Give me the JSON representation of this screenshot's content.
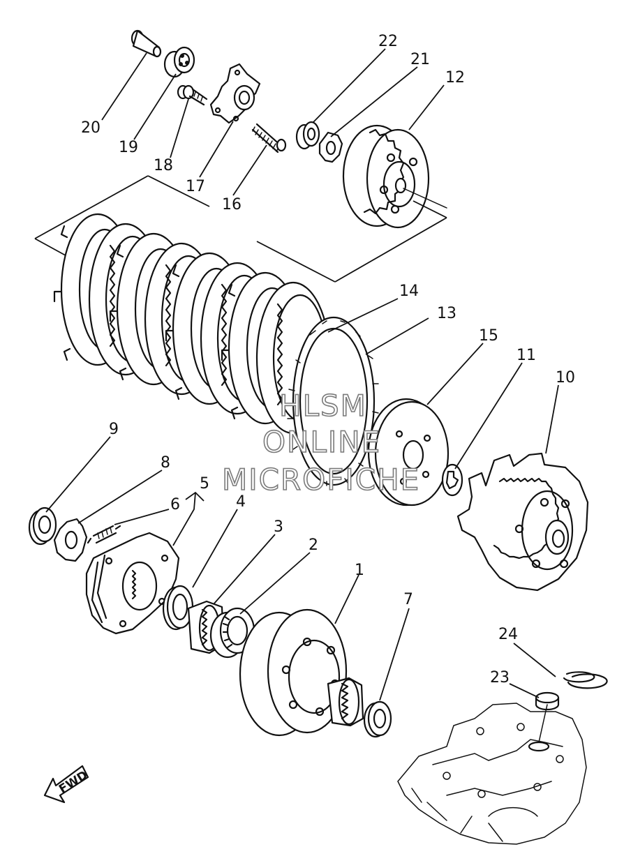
{
  "diagram": {
    "part_numbers": [
      "1",
      "2",
      "3",
      "4",
      "5",
      "6",
      "7",
      "8",
      "9",
      "10",
      "11",
      "12",
      "13",
      "14",
      "15",
      "16",
      "17",
      "18",
      "19",
      "20",
      "21",
      "22",
      "23",
      "24"
    ],
    "watermark": {
      "line1": "HLSM",
      "line2": "ONLINE",
      "line3": "MICROFICHE"
    },
    "direction_label": "FWD"
  }
}
